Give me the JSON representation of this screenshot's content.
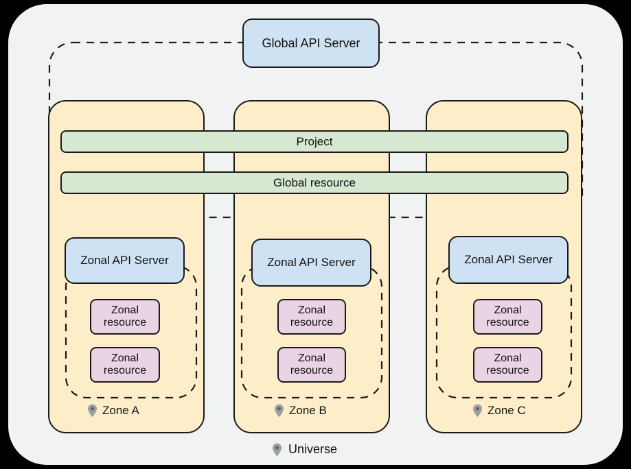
{
  "diagram": {
    "title_nodes": {
      "global_api_server": "Global API Server",
      "project_bar": "Project",
      "global_resource_bar": "Global resource"
    },
    "universe": {
      "label": "Universe",
      "pin_icon": "location-pin-icon"
    },
    "zones": [
      {
        "id": "zone-a",
        "label": "Zone A",
        "pin_icon": "location-pin-icon",
        "api_server": "Zonal API Server",
        "resources": [
          {
            "line1": "Zonal",
            "line2": "resource"
          },
          {
            "line1": "Zonal",
            "line2": "resource"
          }
        ]
      },
      {
        "id": "zone-b",
        "label": "Zone B",
        "pin_icon": "location-pin-icon",
        "api_server": "Zonal API Server",
        "resources": [
          {
            "line1": "Zonal",
            "line2": "resource"
          },
          {
            "line1": "Zonal",
            "line2": "resource"
          }
        ]
      },
      {
        "id": "zone-c",
        "label": "Zone C",
        "pin_icon": "location-pin-icon",
        "api_server": "Zonal API Server",
        "resources": [
          {
            "line1": "Zonal",
            "line2": "resource"
          },
          {
            "line1": "Zonal",
            "line2": "resource"
          }
        ]
      }
    ],
    "colors": {
      "canvas": "#000000",
      "panel": "#f1f2f2",
      "zone_fill": "#fdeec9",
      "api_server_fill": "#cfe2f3",
      "global_bar_fill": "#d6e8d2",
      "zonal_resource_fill": "#e9d3e4",
      "stroke": "#1a1a1a",
      "pin": "#9aa0a6"
    }
  }
}
